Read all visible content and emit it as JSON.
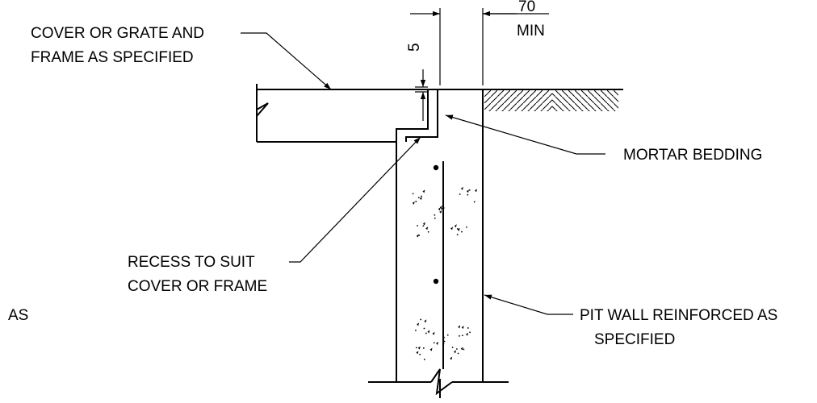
{
  "labels": {
    "cover_line1": "COVER OR GRATE AND",
    "cover_line2": "FRAME AS SPECIFIED",
    "mortar": "MORTAR BEDDING",
    "recess_line1": "RECESS TO SUIT",
    "recess_line2": "COVER OR FRAME",
    "pit_wall_line1": "PIT WALL REINFORCED AS",
    "pit_wall_line2": "SPECIFIED",
    "stray": "AS"
  },
  "dimensions": {
    "bedding": "5",
    "edge_top": "70",
    "edge_bottom": "MIN"
  }
}
